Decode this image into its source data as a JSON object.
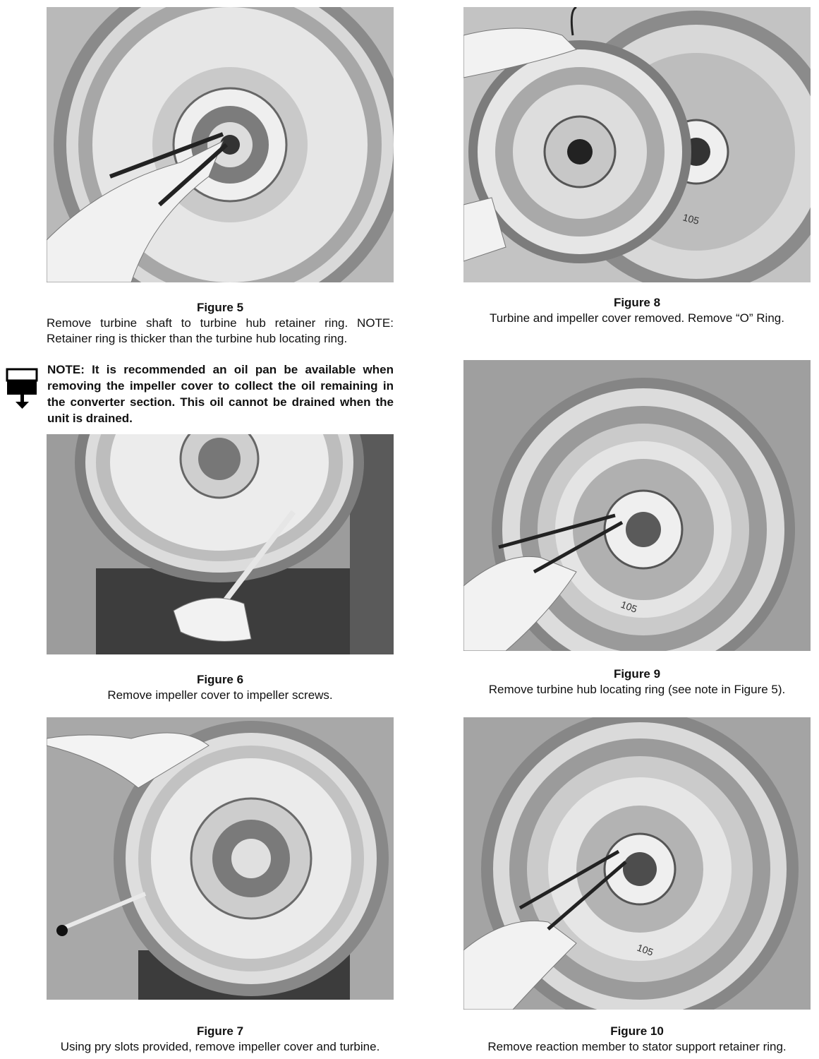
{
  "figures": [
    {
      "id": "5",
      "label": "Figure 5",
      "caption": "Remove turbine shaft to turbine hub retainer ring. NOTE: Retainer ring is thicker than the turbine hub locating ring."
    },
    {
      "id": "6",
      "label": "Figure 6",
      "caption": "Remove impeller cover to impeller screws."
    },
    {
      "id": "7",
      "label": "Figure 7",
      "caption": "Using pry slots provided, remove impeller cover and turbine."
    },
    {
      "id": "8",
      "label": "Figure 8",
      "caption": "Turbine and impeller cover removed. Remove “O” Ring."
    },
    {
      "id": "9",
      "label": "Figure 9",
      "caption": "Remove turbine hub locating ring (see note in Figure 5)."
    },
    {
      "id": "10",
      "label": "Figure 10",
      "caption": "Remove reaction member to stator support retainer ring."
    }
  ],
  "note": {
    "text": "NOTE: It is recommended an oil pan be available when removing the impeller cover to collect the oil remaining in the converter section. This oil cannot be drained when the unit is drained.",
    "icon": "oil-pan-icon"
  },
  "photo_markings": {
    "stator_label": "105"
  }
}
